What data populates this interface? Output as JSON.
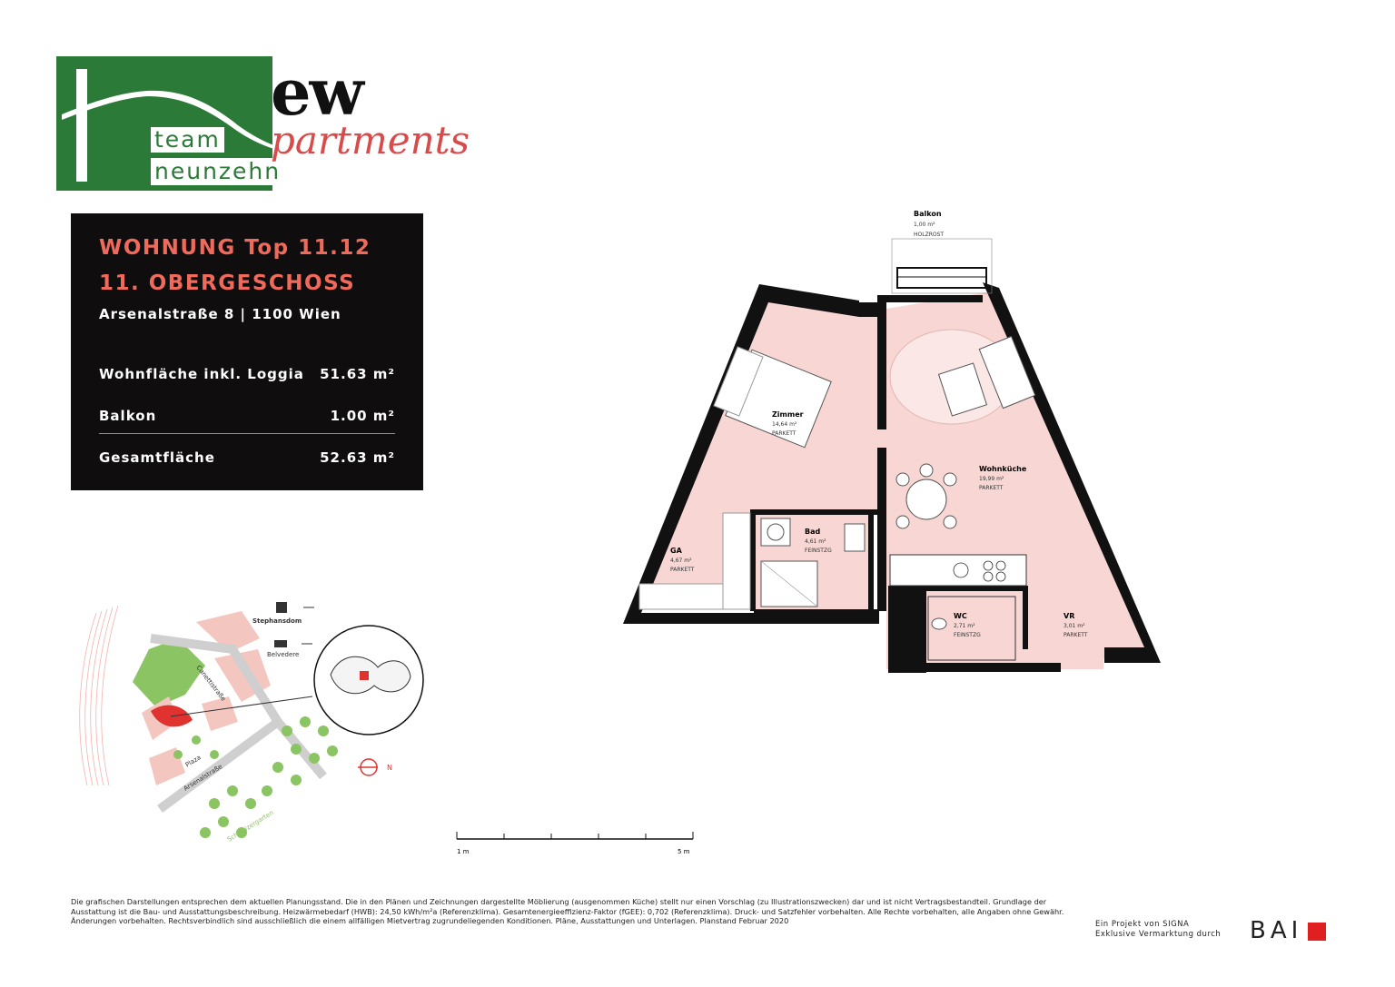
{
  "logo": {
    "line1": "team",
    "line2": "neunzehn"
  },
  "brand": {
    "word1": "ew",
    "word2": "partments"
  },
  "infobox": {
    "title1": "WOHNUNG Top 11.12",
    "title2": "11. OBERGESCHOSS",
    "address": "Arsenalstraße 8 | 1100 Wien",
    "rows": [
      {
        "label": "Wohnfläche inkl. Loggia",
        "value": "51.63 m²"
      },
      {
        "label": "Balkon",
        "value": "1.00 m²"
      },
      {
        "label": "Gesamtfläche",
        "value": "52.63 m²"
      }
    ],
    "colors": {
      "background": "#0f0d0e",
      "accent": "#ef6a5b"
    }
  },
  "plan": {
    "rooms": [
      {
        "name": "Balkon",
        "area": "1,00 m²",
        "floor": "HOLZROST"
      },
      {
        "name": "Zimmer",
        "area": "14,64 m²",
        "floor": "PARKETT"
      },
      {
        "name": "Wohnküche",
        "area": "19,99 m²",
        "floor": "PARKETT"
      },
      {
        "name": "Bad",
        "area": "4,61 m²",
        "floor": "FEINSTZG"
      },
      {
        "name": "GA",
        "area": "4,67 m²",
        "floor": "PARKETT"
      },
      {
        "name": "WC",
        "area": "2,71 m²",
        "floor": "FEINSTZG"
      },
      {
        "name": "VR",
        "area": "3,01 m²",
        "floor": "PARKETT"
      }
    ],
    "colors": {
      "room_fill": "#f7d6d3",
      "walls": "#111111"
    }
  },
  "scale": {
    "start": "1 m",
    "end": "5 m"
  },
  "map": {
    "labels": [
      "Stephansdom",
      "Belvedere",
      "Canettistraße",
      "Plaza",
      "Arsenalstraße",
      "Schweizergarten"
    ],
    "north": "N",
    "colors": {
      "buildings": "#f4c6c0",
      "green": "#8bc462",
      "highlight": "#e0322f"
    }
  },
  "disclaimer": "Die grafischen Darstellungen entsprechen dem aktuellen Planungsstand. Die in den Plänen und Zeichnungen dargestellte Möblierung (ausgenommen Küche) stellt nur einen Vorschlag (zu Illustrationszwecken) dar und ist nicht Vertragsbestandteil. Grundlage der Ausstattung ist die Bau- und Ausstattungsbeschreibung. Heizwärmebedarf (HWB): 24,50 kWh/m²a (Referenzklima). Gesamtenergieeffizienz-Faktor (fGEE): 0,702 (Referenzklima). Druck- und Satzfehler vorbehalten. Alle Rechte vorbehalten, alle Angaben ohne Gewähr. Änderungen vorbehalten. Rechtsverbindlich sind ausschließlich die einem allfälligen Mietvertrag zugrundeliegenden Konditionen. Pläne, Ausstattungen und Unterlagen. Planstand Februar 2020",
  "footer": {
    "project": "Ein Projekt von SIGNA",
    "marketing": "Exklusive Vermarktung durch",
    "bai": "BAI"
  }
}
